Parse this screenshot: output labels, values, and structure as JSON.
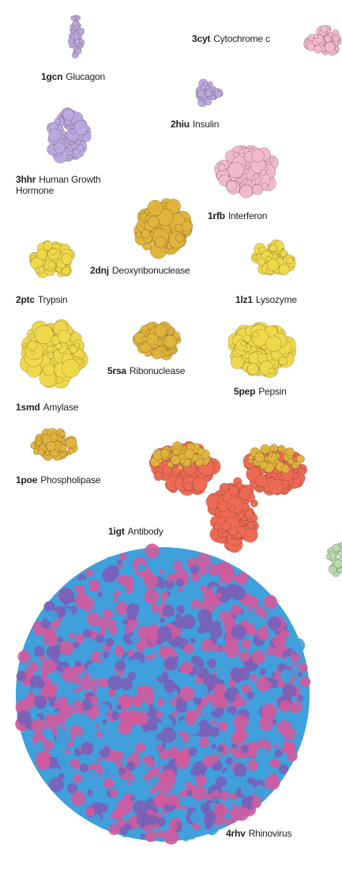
{
  "proteins": [
    {
      "id": "1gcn",
      "name": "Glucagon",
      "color": "#b9a8e0"
    },
    {
      "id": "3cyt",
      "name": "Cytochrome c",
      "color": "#f2b8cc"
    },
    {
      "id": "2hiu",
      "name": "Insulin",
      "color": "#b9a8e0"
    },
    {
      "id": "3hhr",
      "name": "Human Growth Hormone",
      "color": "#b9a8e0"
    },
    {
      "id": "1rfb",
      "name": "Interferon",
      "color": "#eeb2d2"
    },
    {
      "id": "2dnj",
      "name": "Deoxyribonuclease",
      "color": "#e0b43c"
    },
    {
      "id": "2ptc",
      "name": "Trypsin",
      "color": "#efd84a"
    },
    {
      "id": "1lz1",
      "name": "Lysozyme",
      "color": "#efd84a"
    },
    {
      "id": "1smd",
      "name": "Amylase",
      "color": "#efd84a"
    },
    {
      "id": "5rsa",
      "name": "Ribonuclease",
      "color": "#e0b43c"
    },
    {
      "id": "5pep",
      "name": "Pepsin",
      "color": "#f2d84a"
    },
    {
      "id": "1poe",
      "name": "Phospholipase",
      "color": "#e0b43c"
    },
    {
      "id": "1igt",
      "name": "Antibody",
      "color": "#ee6a55",
      "accent": "#f2c04a"
    },
    {
      "id": "4rhv",
      "name": "Rhinovirus",
      "color": "#3fa0dc",
      "accent": "#d05a9c"
    }
  ],
  "colors": {
    "purple": "#b9a8e0",
    "pink": "#f2b8cc",
    "gold": "#e0b43c",
    "yellow": "#efd84a",
    "red": "#ee6a55",
    "virus_blue": "#3fa0dc",
    "virus_magenta": "#d05a9c",
    "partial_green": "#b8dcb0"
  }
}
